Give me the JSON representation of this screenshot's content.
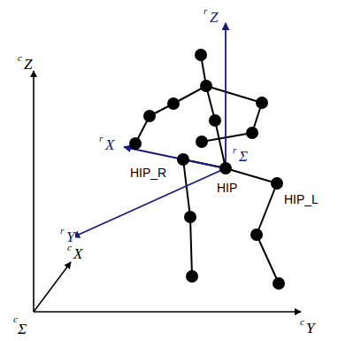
{
  "diagram": {
    "labels": [
      "c",
      "Z",
      "c",
      "X",
      "c",
      "Y",
      "c",
      "Σ",
      "r",
      "Z",
      "r",
      "X",
      "r",
      "Y",
      "r",
      "Σ",
      "HIP_R",
      "HIP",
      "HIP_L"
    ]
  }
}
